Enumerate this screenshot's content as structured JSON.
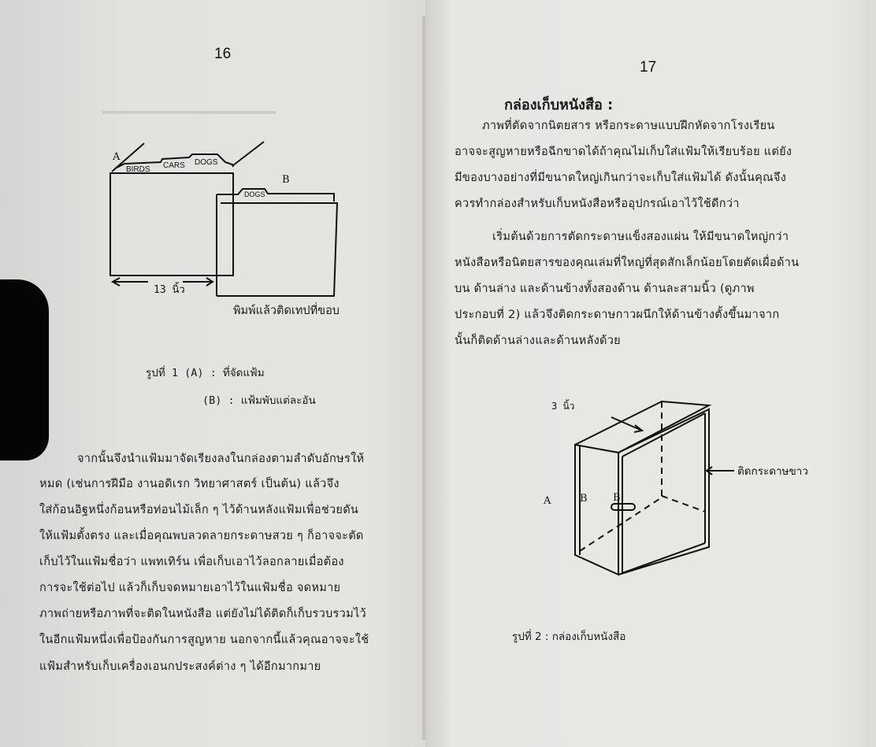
{
  "left_page": {
    "page_number": "16",
    "figure1": {
      "label_a": "A",
      "label_b": "B",
      "tabs": [
        "BIRDS",
        "CARS",
        "DOGS"
      ],
      "tab_b": "DOGS",
      "dimension": "13 นิ้ว",
      "note_b": "พิมพ์แล้วติดเทปที่ขอบ"
    },
    "caption_line1": "รูปที่ 1 (A)  :   ที่จัดแฟ้ม",
    "caption_line2": "(B)  :   แฟ้มพับแต่ละอัน",
    "paragraph_lines": [
      "จากนั้นจึงนำแฟ้มมาจัดเรียงลงในกล่องตามลำดับอักษรให้",
      "หมด  (เช่นการฝีมือ   งานอดิเรก วิทยาศาสตร์ เป็นต้น) แล้วจึง",
      "ใส่ก้อนอิฐหนึ่งก้อนหรือท่อนไม้เล็ก  ๆ   ไว้ด้านหลังแฟ้มเพื่อช่วยดัน",
      "ให้แฟ้มตั้งตรง   และเมื่อคุณพบลวดลายกระดาษสวย ๆ ก็อาจจะตัด",
      "เก็บไว้ในแฟ้มชื่อว่า   แพทเทิร์น   เพื่อเก็บเอาไว้ลอกลายเมื่อต้อง",
      "การจะใช้ต่อไป    แล้วก็เก็บจดหมายเอาไว้ในแฟ้มชื่อ    จดหมาย",
      "ภาพถ่ายหรือภาพที่จะติดในหนังสือ   แต่ยังไม่ได้ติดก็เก็บรวบรวมไว้",
      "ในอีกแฟ้มหนึ่งเพื่อป้องกันการสูญหาย    นอกจากนี้แล้วคุณอาจจะใช้",
      "แฟ้มสำหรับเก็บเครื่องเอนกประสงค์ต่าง   ๆ   ได้อีกมากมาย"
    ]
  },
  "right_page": {
    "page_number": "17",
    "heading": "กล่องเก็บหนังสือ  :",
    "paragraph1_lines": [
      "ภาพที่ตัดจากนิตยสาร   หรือกระดาษแบบฝึกหัดจากโรงเรียน",
      "อาจจะสูญหายหรือฉีกขาดได้ถ้าคุณไม่เก็บใส่แฟ้มให้เรียบร้อย  แต่ยัง",
      "มีของบางอย่างที่มีขนาดใหญ่เกินกว่าจะเก็บใส่แฟ้มได้   ดังนั้นคุณจึง",
      "ควรทำกล่องสำหรับเก็บหนังสือหรืออุปกรณ์เอาไว้ใช้ดีกว่า"
    ],
    "paragraph2_lines": [
      "เริ่มต้นด้วยการตัดกระดาษแข็งสองแผ่น   ให้มีขนาดใหญ่กว่า",
      "หนังสือหรือนิตยสารของคุณเล่มที่ใหญ่ที่สุดสักเล็กน้อยโดยตัดเผื่อด้าน",
      "บน   ด้านล่าง    และด้านข้างทั้งสองด้าน    ด้านละสามนิ้ว    (ดูภาพ",
      "ประกอบที่   2)  แล้วจึงติดกระดาษกาวผนึกให้ด้านข้างตั้งขึ้นมาจาก",
      "นั้นก็ติดด้านล่างและด้านหลังด้วย"
    ],
    "figure2": {
      "dimension": "3 นิ้ว",
      "label_a": "A",
      "label_b1": "B",
      "label_b2": "B",
      "annotation": "ติดกระดาษขาว"
    },
    "caption": "รูปที่ 2  :    กล่องเก็บหนังสือ"
  }
}
